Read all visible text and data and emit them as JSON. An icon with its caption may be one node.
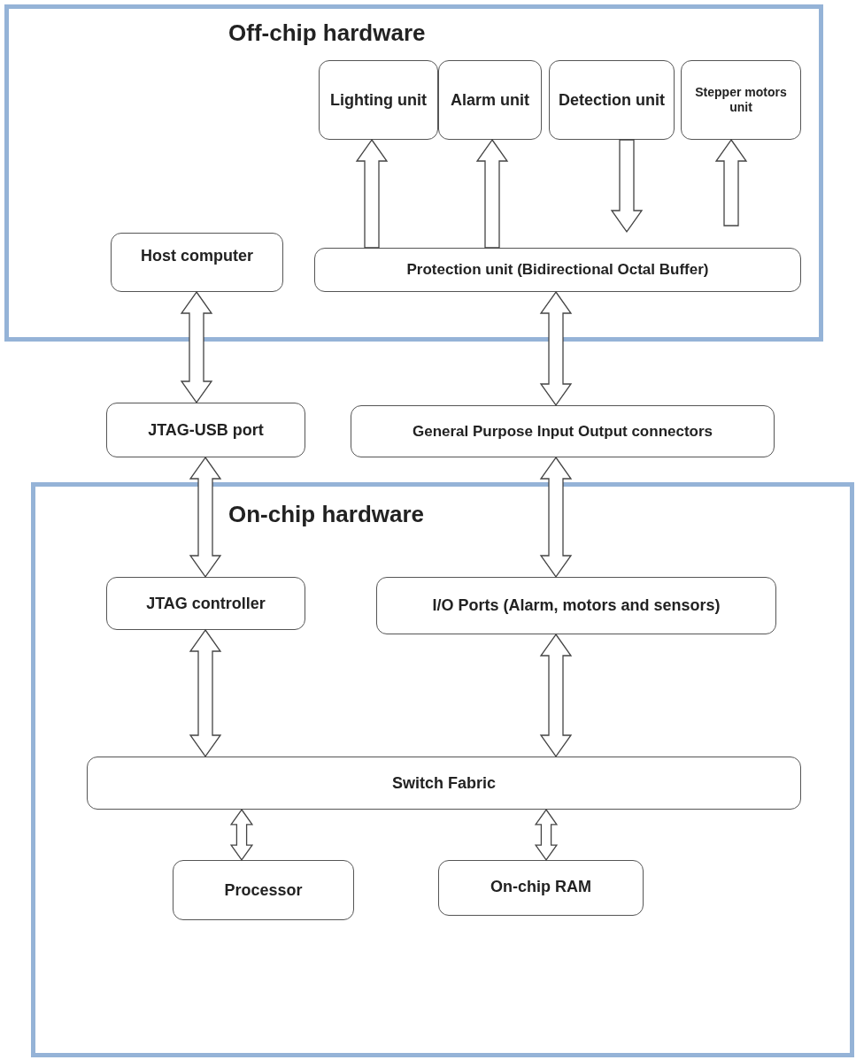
{
  "diagram": {
    "nodes": [
      {
        "text": [
          "Off-chip hardware"
        ]
      },
      {
        "text": [
          "Lighting unit"
        ],
        "in": 0
      },
      {
        "text": [
          "Alarm unit"
        ],
        "in": 0
      },
      {
        "text": [
          "Detection unit"
        ],
        "in": 0
      },
      {
        "text": [
          "Stepper motors unit"
        ],
        "in": 0
      },
      {
        "text": [
          "Host computer"
        ],
        "in": 0
      },
      {
        "text": [
          "Protection unit (Bidirectional Octal Buffer)"
        ],
        "in": 0
      },
      {
        "text": [
          "JTAG-USB port"
        ]
      },
      {
        "text": [
          "General Purpose Input Output connectors"
        ]
      },
      {
        "text": [
          "On-chip hardware"
        ]
      },
      {
        "text": [
          "JTAG controller"
        ],
        "in": 9
      },
      {
        "text": [
          "I/O Ports (Alarm, motors and sensors)"
        ],
        "in": 9
      },
      {
        "text": [
          "Switch Fabric"
        ],
        "in": 9
      },
      {
        "text": [
          "Processor"
        ],
        "in": 9
      },
      {
        "text": [
          "On-chip RAM"
        ],
        "in": 9
      }
    ],
    "edges": [
      {
        "from": 6,
        "to": 1,
        "arrow": "to"
      },
      {
        "from": 6,
        "to": 2,
        "arrow": "to"
      },
      {
        "from": 3,
        "to": null,
        "arrow": "to"
      },
      {
        "from": null,
        "to": 4,
        "arrow": "to"
      },
      {
        "from": 5,
        "to": 7,
        "arrow": "both"
      },
      {
        "from": 6,
        "to": 8,
        "arrow": "both"
      },
      {
        "from": 7,
        "to": 10,
        "arrow": "both"
      },
      {
        "from": 8,
        "to": 11,
        "arrow": "both"
      },
      {
        "from": 10,
        "to": 12,
        "arrow": "both"
      },
      {
        "from": 11,
        "to": 12,
        "arrow": "both"
      },
      {
        "from": 12,
        "to": 13,
        "arrow": "both"
      },
      {
        "from": 12,
        "to": 14,
        "arrow": "both"
      }
    ]
  }
}
